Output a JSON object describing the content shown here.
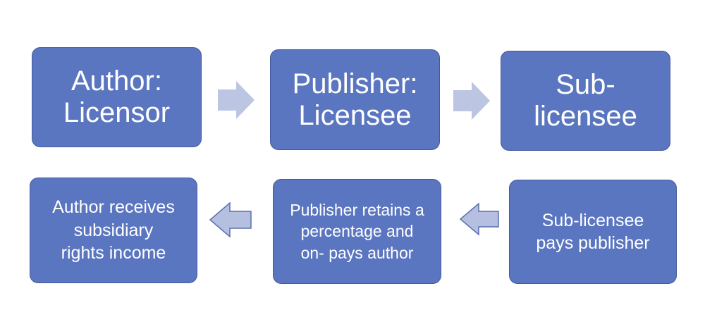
{
  "diagram": {
    "top_row": [
      {
        "label": "Author:\nLicensor"
      },
      {
        "label": "Publisher:\nLicensee"
      },
      {
        "label": "Sub-\nlicensee"
      }
    ],
    "bottom_row": [
      {
        "label": "Author receives\nsubsidiary\nrights income"
      },
      {
        "label": "Publisher retains a\npercentage and\non- pays author"
      },
      {
        "label": "Sub-licensee\npays publisher"
      }
    ],
    "colors": {
      "box_fill": "#5b76c0",
      "box_border": "#44599c",
      "arrow_fill_top": "#bcc6e3",
      "arrow_fill_bottom": "#b5c0e0",
      "arrow_stroke": "#5b6fae",
      "text": "#ffffff"
    },
    "icons": [
      "arrow-right-icon",
      "arrow-left-icon"
    ]
  }
}
